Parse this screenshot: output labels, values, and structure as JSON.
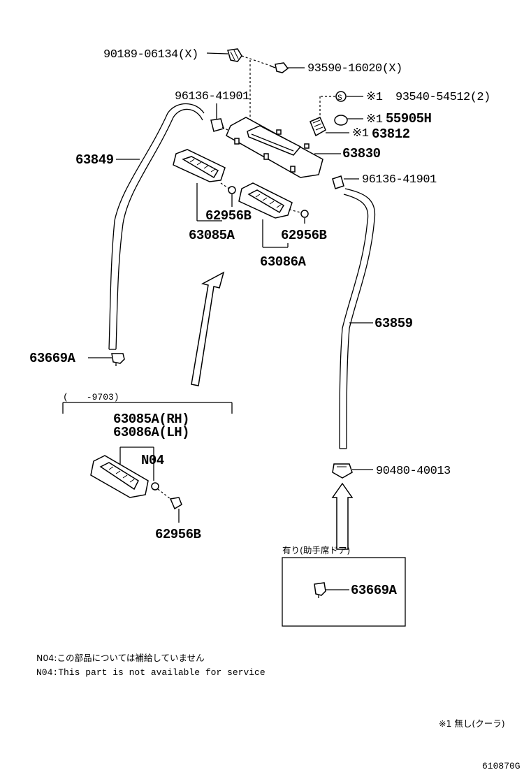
{
  "parts": {
    "clip_top": "90189-06134(X)",
    "screw": "93590-16020(X)",
    "clip_left": "96136-41901",
    "s_mark": "S",
    "note_mark_1": "※1",
    "plug": "93540-54512(2)",
    "note_mark_2": "※1",
    "bulb": "55905H",
    "note_mark_3": "※1",
    "socket": "63812",
    "lamp_assy": "63830",
    "hose_left": "63849",
    "clip_right": "96136-41901",
    "grommet_a": "62956B",
    "cover_a": "63085A",
    "grommet_b": "62956B",
    "cover_b": "63086A",
    "hose_right": "63859",
    "nozzle_left": "63669A",
    "drain_clip": "90480-40013",
    "nozzle_box": "63669A"
  },
  "variant": {
    "date_range": "(　　-9703)",
    "rh": "63085A(RH)",
    "lh": "63086A(LH)",
    "n04": "N04",
    "grommet": "62956B"
  },
  "box": {
    "label": "有り(助手席ドア)"
  },
  "notes": {
    "line_jp": "N04:この部品については補給していません",
    "line_en": "N04:This part is not available for service",
    "footnote": "※1 無し(クーラ)"
  },
  "diagram_id": "610870G"
}
